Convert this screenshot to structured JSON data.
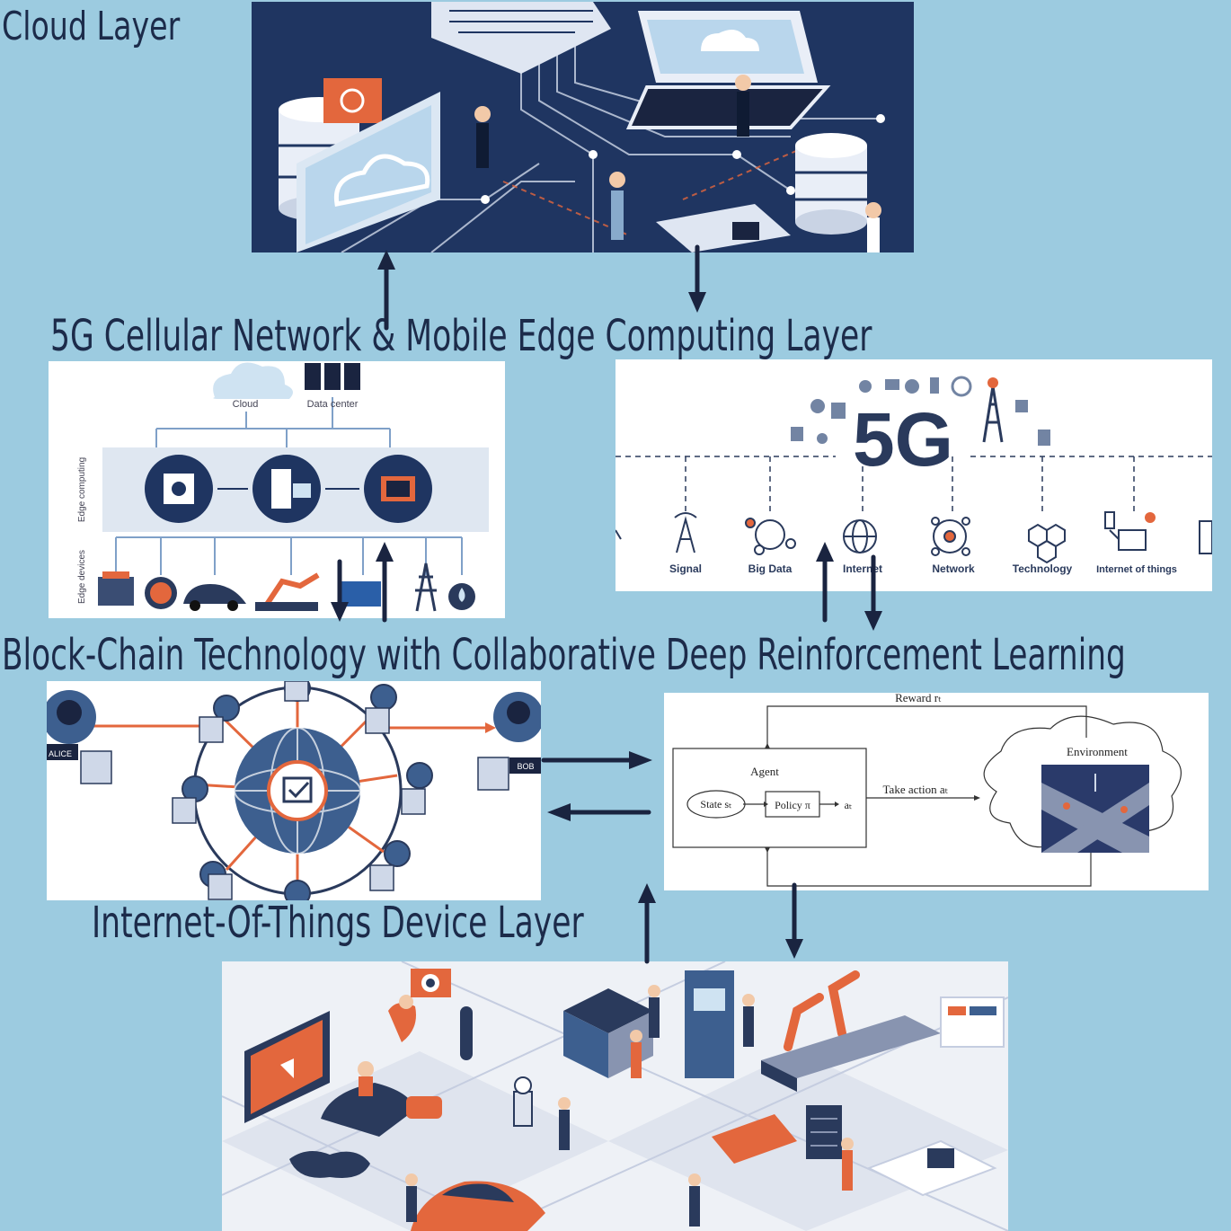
{
  "titles": {
    "cloud": "Cloud Layer",
    "edge": "5G Cellular Network & Mobile Edge Computing  Layer",
    "blockchain": "Block-Chain Technology with Collaborative Deep Reinforcement Learning",
    "iot": "Internet-Of-Things Device Layer"
  },
  "edge_panel": {
    "cloud_label": "Cloud",
    "datacenter_label": "Data center",
    "edge_computing_label": "Edge computing",
    "edge_devices_label": "Edge devices"
  },
  "fiveg_panel": {
    "logo": "5G",
    "items": [
      "Signal",
      "Big Data",
      "Internet",
      "Network",
      "Technology",
      "Internet of things"
    ]
  },
  "blockchain_panel": {
    "alice": "ALICE",
    "bob": "BOB"
  },
  "rl_panel": {
    "reward": "Reward rₜ",
    "environment": "Environment",
    "agent": "Agent",
    "state": "State sₜ",
    "policy": "Policy π",
    "action_out": "aₜ",
    "take_action": "Take action aₜ"
  },
  "colors": {
    "background": "#9ccbe0",
    "title_text": "#1c2b4a",
    "cloud_panel_bg": "#1f3561",
    "accent_orange": "#e3673d",
    "arrow": "#1a2440"
  }
}
